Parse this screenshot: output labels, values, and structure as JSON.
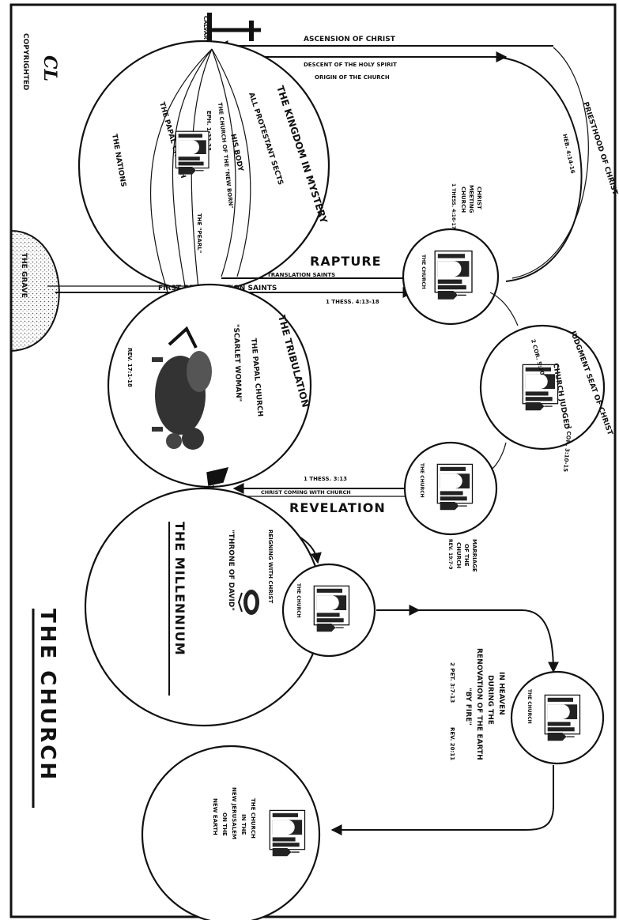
{
  "title": "THE CHURCH",
  "copyright": "COPYRIGHTED",
  "monogram": "CL",
  "top_arrows": {
    "ascension": "ASCENSION OF CHRIST",
    "descent": "DESCENT OF THE HOLY SPIRIT",
    "origin": "ORIGIN OF THE CHURCH"
  },
  "priesthood": {
    "label": "PRIESTHOOD OF CHRIST",
    "ref": "HEB. 4:14-16"
  },
  "mystery": {
    "kingdom": "THE KINGDOM IN MYSTERY",
    "protestant": "ALL PROTESTANT SECTS",
    "his_body": "HIS BODY",
    "ref_eph": "EPH. 1:22-23",
    "church_born": "THE CHURCH OF THE \"NEW BORN\"",
    "pearl": "THE \"PEARL\"",
    "papal": "THE PAPAL CHURCH",
    "nations": "THE NATIONS",
    "calvary": "CALVARY"
  },
  "rapture_section": {
    "rapture": "RAPTURE",
    "translation": "TRANSLATION SAINTS",
    "first_res": "FIRST RESURRECTION SAINTS",
    "ref": "1 THESS. 4:13-18",
    "grave": "THE GRAVE"
  },
  "meeting": {
    "line1": "CHRIST",
    "line2": "MEETING",
    "line3": "CHURCH",
    "ref": "1 THESS. 4:16-17",
    "bldg": "THE CHURCH"
  },
  "judgment": {
    "label": "JUDGMENT SEAT OF CHRIST",
    "church_judged": "CHURCH JUDGED",
    "ref1": "2 COR. 5:10",
    "ref2": "1 COR. 3:10-15"
  },
  "tribulation": {
    "label": "THE TRIBULATION",
    "papal": "THE PAPAL CHURCH",
    "scarlet": "\"SCARLET WOMAN\"",
    "ref": "REV. 17:1-18"
  },
  "revelation_section": {
    "ref": "1 THESS. 3:13",
    "coming": "CHRIST COMING WITH CHURCH",
    "revelation": "REVELATION"
  },
  "marriage": {
    "line1": "MARRIAGE",
    "line2": "OF THE",
    "line3": "CHURCH",
    "ref": "REV. 19:7-9",
    "bldg": "THE CHURCH"
  },
  "millennium": {
    "label": "THE MILLENNIUM",
    "reigning": "REIGNING WITH CHRIST",
    "throne": "\"THRONE OF DAVID\"",
    "bldg": "THE CHURCH"
  },
  "heaven": {
    "line1": "IN HEAVEN",
    "line2": "DURING THE",
    "line3": "RENOVATION OF THE EARTH",
    "line4": "\"BY FIRE\"",
    "ref1": "2 PET. 3:7-13",
    "ref2": "REV. 20:11",
    "bldg": "THE CHURCH"
  },
  "new_earth": {
    "line1": "THE CHURCH",
    "line2": "IN THE",
    "line3": "NEW JERUSALEM",
    "line4": "ON THE",
    "line5": "NEW EARTH"
  }
}
